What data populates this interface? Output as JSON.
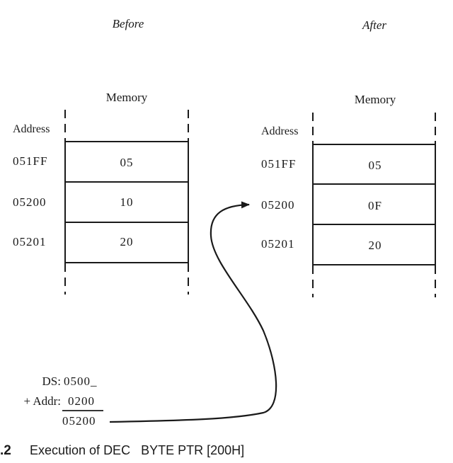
{
  "before": {
    "heading": "Before",
    "memory_label": "Memory",
    "address_label": "Address",
    "rows": [
      {
        "address": "051FF",
        "value": "05"
      },
      {
        "address": "05200",
        "value": "10"
      },
      {
        "address": "05201",
        "value": "20"
      }
    ]
  },
  "after": {
    "heading": "After",
    "memory_label": "Memory",
    "address_label": "Address",
    "rows": [
      {
        "address": "051FF",
        "value": "05"
      },
      {
        "address": "05200",
        "value": "0F"
      },
      {
        "address": "05201",
        "value": "20"
      }
    ]
  },
  "calc": {
    "ds_label": "DS:",
    "ds_value": "0500_",
    "addr_label": "+ Addr:",
    "addr_value": "0200",
    "result": "05200"
  },
  "caption": {
    "number": ".2",
    "text": "Execution of DEC   BYTE PTR [200H]"
  },
  "colors": {
    "ink": "#1a1a1a"
  }
}
